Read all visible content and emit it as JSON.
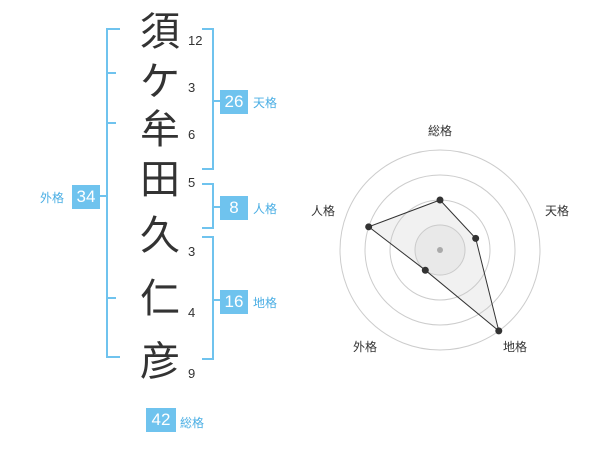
{
  "name": {
    "chars": [
      {
        "char": "須",
        "strokes": "12"
      },
      {
        "char": "ケ",
        "strokes": "3"
      },
      {
        "char": "牟",
        "strokes": "6"
      },
      {
        "char": "田",
        "strokes": "5"
      },
      {
        "char": "久",
        "strokes": "3"
      },
      {
        "char": "仁",
        "strokes": "4"
      },
      {
        "char": "彦",
        "strokes": "9"
      }
    ]
  },
  "kakusu": {
    "tenkaku": {
      "value": "26",
      "label": "天格"
    },
    "jinkaku": {
      "value": "8",
      "label": "人格"
    },
    "chikaku": {
      "value": "16",
      "label": "地格"
    },
    "gaikaku": {
      "value": "34",
      "label": "外格"
    },
    "soukaku": {
      "value": "42",
      "label": "総格"
    }
  },
  "colors": {
    "accent": "#6fc3ee",
    "label": "#4aaee4"
  },
  "chart_data": {
    "type": "radar",
    "axes": [
      "総格",
      "天格",
      "地格",
      "外格",
      "人格"
    ],
    "values": [
      2,
      1.5,
      4,
      1,
      3
    ],
    "rmax": 4,
    "rings": 4
  }
}
